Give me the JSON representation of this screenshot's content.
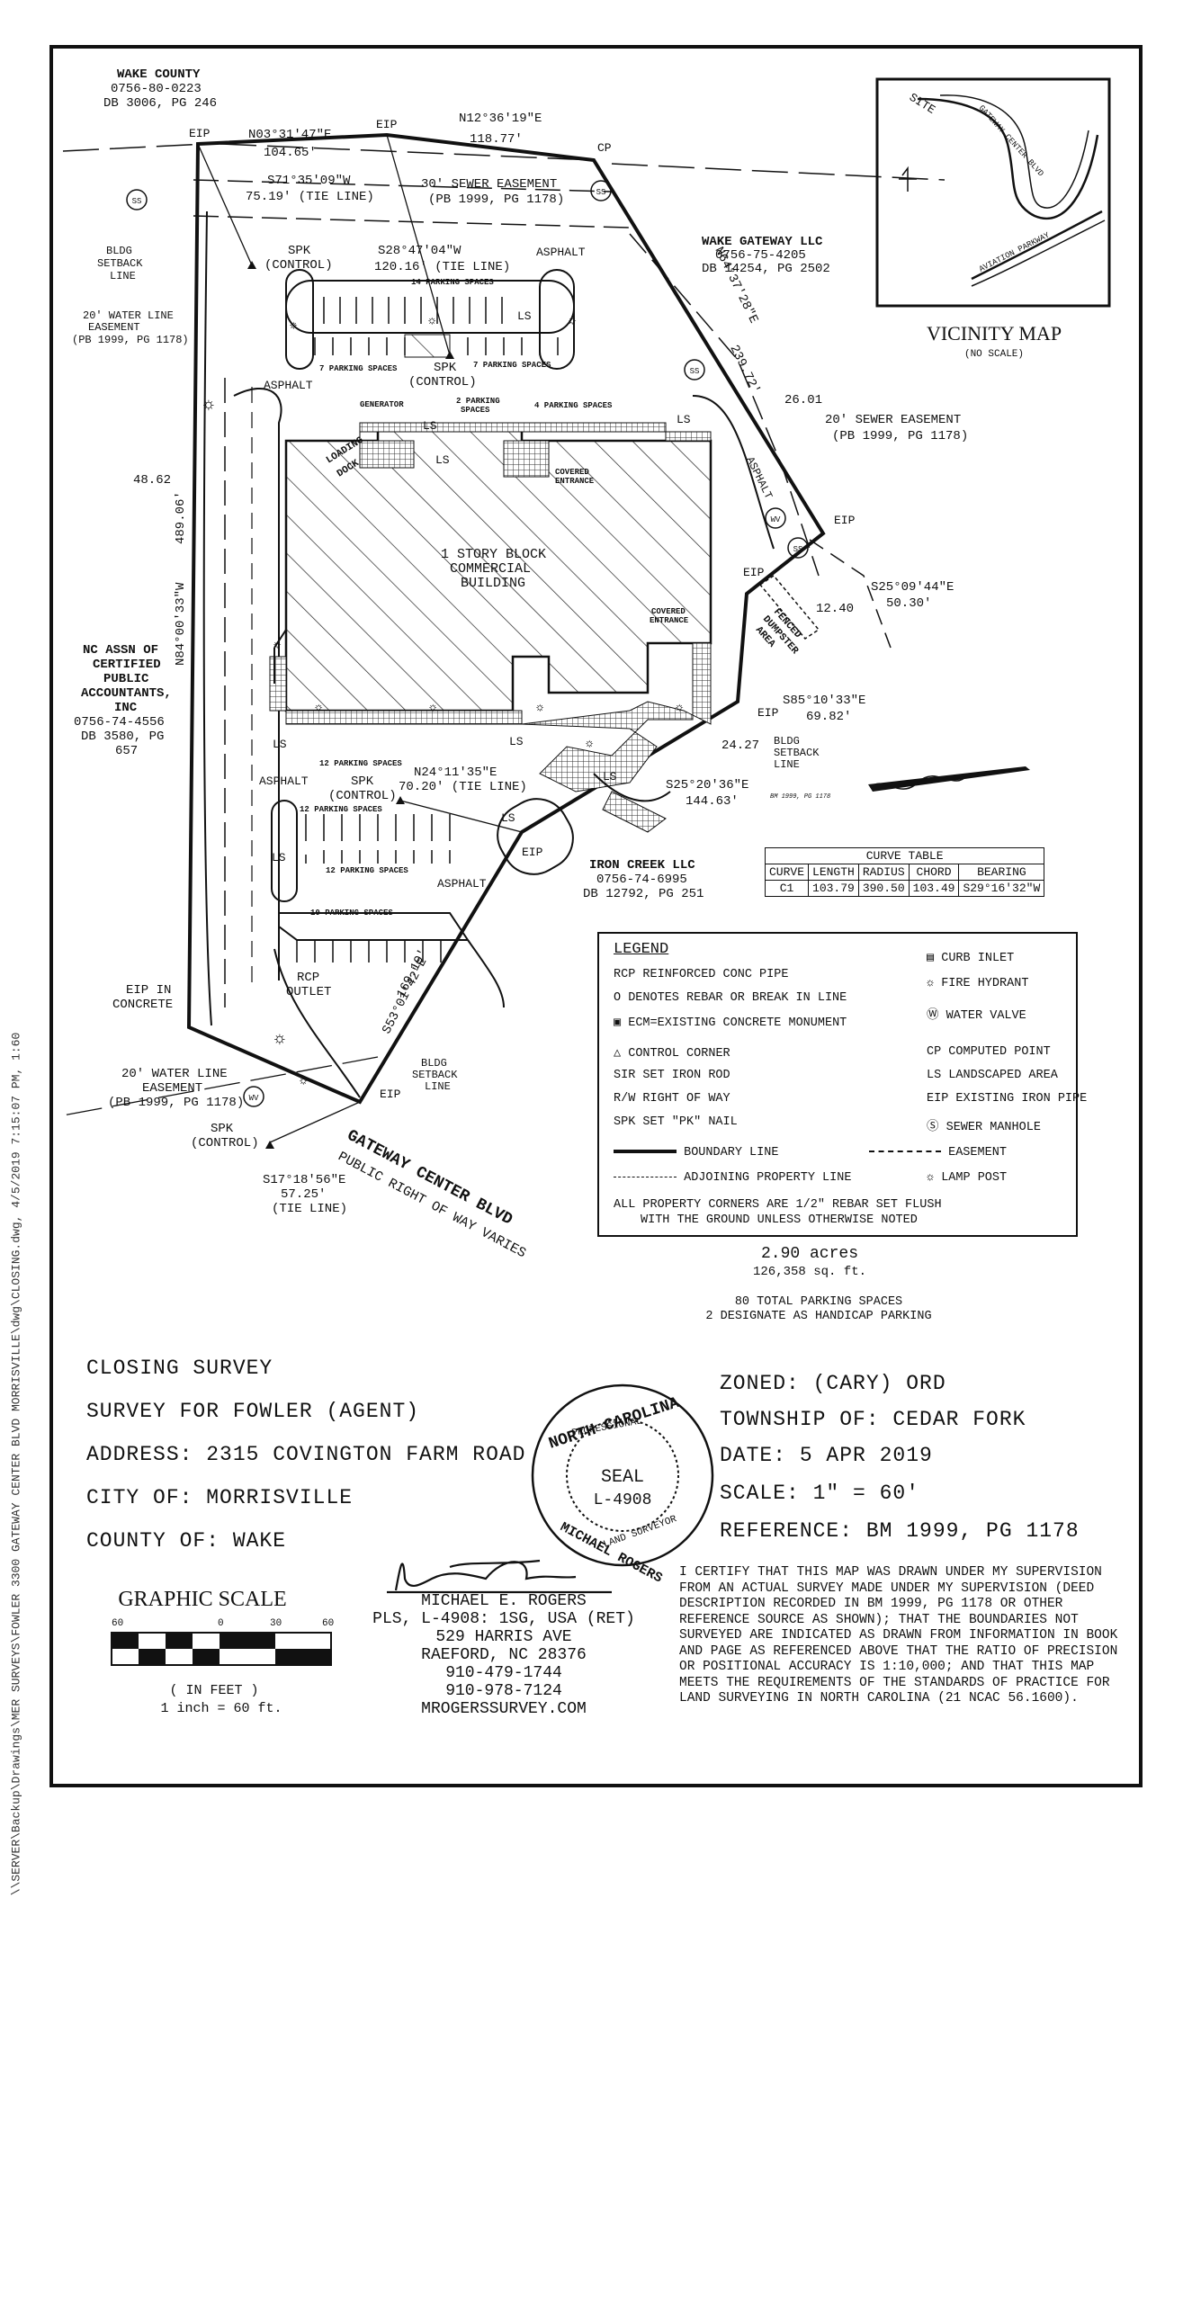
{
  "sidebar_path": "\\\\SERVER\\Backup\\Drawings\\MER SURVEYS\\FOWLER 3300 GATEWAY CENTER BLVD MORRISVILLE\\dwg\\CLOSING.dwg, 4/5/2019 7:15:07 PM, 1:60",
  "parcels": {
    "wake_county": [
      "WAKE COUNTY",
      "0756-80-0223",
      "DB 3006, PG 246"
    ],
    "wake_gateway": [
      "WAKE GATEWAY LLC",
      "0756-75-4205",
      "DB 14254, PG 2502"
    ],
    "nc_assn": [
      "NC ASSN OF",
      "CERTIFIED",
      "PUBLIC",
      "ACCOUNTANTS,",
      "INC",
      "0756-74-4556",
      "DB 3580, PG",
      "657"
    ],
    "iron_creek": [
      "IRON CREEK LLC",
      "0756-74-6995",
      "DB 12792, PG 251"
    ]
  },
  "bearings": {
    "b1": "N03°31'47\"E",
    "b1d": "104.65'",
    "b2": "N12°36'19\"E",
    "b2d": "118.77'",
    "b3": "S71°35'09\"W",
    "b3d": "75.19' (TIE LINE)",
    "b4": "S28°47'04\"W",
    "b4d": "120.16'  (TIE LINE)",
    "b5": "N64°37'28\"E",
    "b5d": "239.72'",
    "b6": "S25°09'44\"E",
    "b6d": "50.30'",
    "b7": "S85°10'33\"E",
    "b7d": "69.82'",
    "b8": "S25°20'36\"E",
    "b8d": "144.63'",
    "b9": "N24°11'35\"E",
    "b9d": "70.20' (TIE LINE)",
    "b10": "S53°01'42\"E",
    "b10d": "169.19'",
    "b11": "S17°18'56\"E",
    "b11d": "57.25'",
    "b11t": "(TIE LINE)",
    "b12": "N84°00'33\"W",
    "b12d": "489.06'",
    "d1": "48.62",
    "d2": "26.01",
    "d3": "12.40",
    "d4": "24.27"
  },
  "labels": {
    "eip": "EIP",
    "cp": "CP",
    "ss": "SS",
    "ls": "LS",
    "wv": "WV",
    "sewer30": [
      "30' SEWER EASEMENT",
      "(PB 1999, PG 1178)"
    ],
    "sewer20": [
      "20' SEWER EASEMENT",
      "(PB 1999, PG 1178)"
    ],
    "bldg_setback": [
      "BLDG",
      "SETBACK",
      "LINE"
    ],
    "water20": [
      "20' WATER LINE",
      "EASEMENT",
      "(PB 1999, PG 1178)"
    ],
    "water20b": [
      "20' WATER LINE",
      "EASEMENT",
      "(PB 1999, PG 1178)"
    ],
    "spk_control": [
      "SPK",
      "(CONTROL)"
    ],
    "asphalt": "ASPHALT",
    "parking14": "14 PARKING SPACES",
    "parking7a": "7 PARKING SPACES",
    "parking7b": "7 PARKING SPACES",
    "parking4": "4 PARKING SPACES",
    "parking2": [
      "2 PARKING",
      "SPACES"
    ],
    "parking12a": "12 PARKING SPACES",
    "parking12b": "12 PARKING SPACES",
    "parking12c": "12 PARKING SPACES",
    "parking10": "10 PARKING SPACES",
    "generator": "GENERATOR",
    "loading_dock": [
      "LOADING",
      "DOCK"
    ],
    "covered1": [
      "COVERED",
      "ENTRANCE"
    ],
    "covered2": [
      "COVERED",
      "ENTRANCE"
    ],
    "building": [
      "1 STORY BLOCK",
      "COMMERCIAL",
      "BUILDING"
    ],
    "dumpster": [
      "FENCED",
      "DUMPSTER",
      "AREA"
    ],
    "rcp_outlet": [
      "RCP",
      "OUTLET"
    ],
    "eip_concrete": [
      "EIP IN",
      "CONCRETE"
    ],
    "road": "GATEWAY CENTER BLVD",
    "road_row": "PUBLIC RIGHT OF WAY VARIES",
    "bm_note": "BM 1999, PG 1178"
  },
  "vicinity": {
    "site": "SITE",
    "road1": "GATEWAY CENTER BLVD",
    "road2": "AVIATION PARKWAY",
    "title": "VICINITY MAP",
    "sub": "(NO SCALE)"
  },
  "curve_table": {
    "title": "CURVE TABLE",
    "headers": [
      "CURVE",
      "LENGTH",
      "RADIUS",
      "CHORD",
      "BEARING"
    ],
    "rows": [
      [
        "C1",
        "103.79",
        "390.50",
        "103.49",
        "S29°16'32\"W"
      ]
    ]
  },
  "legend": {
    "title": "LEGEND",
    "left": [
      "RCP  REINFORCED CONC PIPE",
      "O  DENOTES REBAR OR BREAK IN LINE",
      "ECM=EXISTING CONCRETE MONUMENT",
      "CONTROL CORNER",
      "SIR   SET IRON ROD",
      "R/W   RIGHT OF WAY",
      "SPK   SET \"PK\" NAIL"
    ],
    "right": [
      "CURB INLET",
      "FIRE HYDRANT",
      "WATER VALVE",
      "CP   COMPUTED POINT",
      "LS   LANDSCAPED AREA",
      "EIP  EXISTING IRON PIPE",
      "SEWER MANHOLE"
    ],
    "boundary": "BOUNDARY LINE",
    "easement": "EASEMENT",
    "adjoining": "ADJOINING PROPERTY LINE",
    "lamp": "LAMP POST",
    "note1": "ALL PROPERTY CORNERS ARE 1/2\" REBAR SET FLUSH",
    "note2": "WITH THE GROUND UNLESS OTHERWISE NOTED"
  },
  "area": {
    "acres": "2.90 acres",
    "sqft": "126,358 sq. ft.",
    "parking1": "80 TOTAL PARKING SPACES",
    "parking2": "2 DESIGNATE AS HANDICAP PARKING"
  },
  "title_block": {
    "l1": "CLOSING SURVEY",
    "l2": "SURVEY FOR FOWLER (AGENT)",
    "l3": "ADDRESS: 2315 COVINGTON FARM ROAD",
    "l4": "CITY OF: MORRISVILLE",
    "l5": "COUNTY OF: WAKE",
    "r1": "ZONED: (CARY) ORD",
    "r2": "TOWNSHIP OF: CEDAR FORK",
    "r3": "DATE: 5 APR 2019",
    "r4": "SCALE: 1\" = 60'",
    "r5": "REFERENCE: BM 1999, PG 1178"
  },
  "seal": {
    "top": "NORTH CAROLINA",
    "prof": "PROFESSIONAL",
    "mid": "SEAL",
    "num": "L-4908",
    "ls": "LAND SURVEYOR",
    "name": "MICHAEL ROGERS"
  },
  "graphic_scale": {
    "title": "GRAPHIC SCALE",
    "ticks": [
      "60",
      "0",
      "30",
      "60"
    ],
    "unit": "( IN FEET )",
    "ratio": "1 inch = 60  ft."
  },
  "surveyor": [
    "MICHAEL E. ROGERS",
    "PLS, L-4908: 1SG, USA (RET)",
    "529 HARRIS AVE",
    "RAEFORD, NC 28376",
    "910-479-1744",
    "910-978-7124",
    "MROGERSSURVEY.COM"
  ],
  "certification": "I CERTIFY THAT THIS MAP WAS DRAWN UNDER MY SUPERVISION FROM AN ACTUAL SURVEY MADE UNDER MY SUPERVISION (DEED DESCRIPTION RECORDED IN BM 1999, PG 1178 OR OTHER REFERENCE SOURCE AS SHOWN); THAT THE BOUNDARIES NOT SURVEYED ARE INDICATED AS DRAWN FROM INFORMATION IN BOOK AND PAGE AS REFERENCED ABOVE THAT THE RATIO OF PRECISION OR POSITIONAL ACCURACY IS 1:10,000; AND THAT THIS MAP MEETS THE REQUIREMENTS OF THE STANDARDS OF PRACTICE FOR LAND SURVEYING IN NORTH CAROLINA (21 NCAC 56.1600)."
}
